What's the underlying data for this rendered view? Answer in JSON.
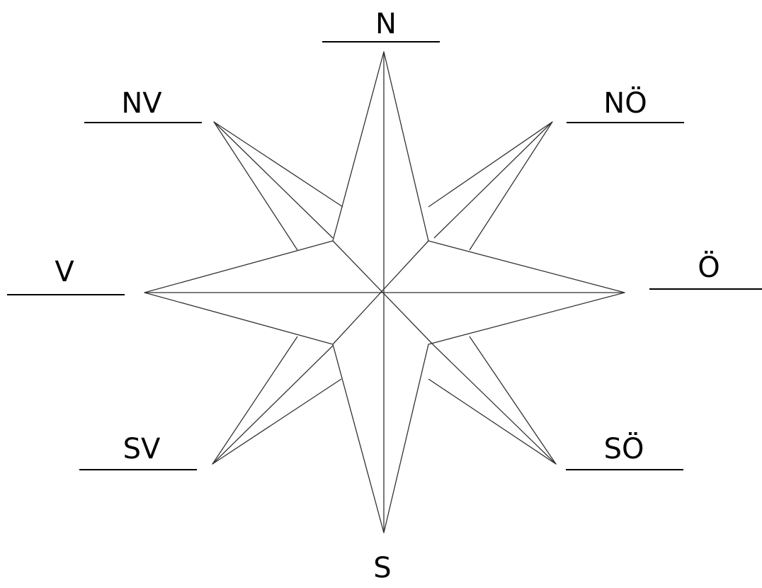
{
  "compass": {
    "labels": {
      "n": "N",
      "nv": "NV",
      "no": "NÖ",
      "v": "V",
      "o": "Ö",
      "sv": "SV",
      "so": "SÖ",
      "s": "S"
    },
    "line_color": "#000000",
    "background": "#ffffff"
  }
}
